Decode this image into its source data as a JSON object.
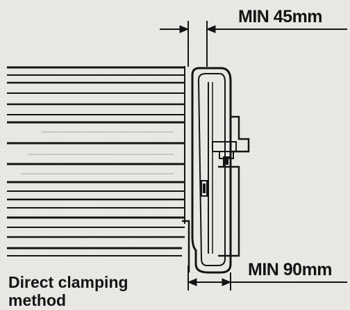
{
  "diagram": {
    "dimension_top_label": "MIN 45mm",
    "dimension_bottom_label": "MIN 90mm",
    "caption_line1": "Direct clamping",
    "caption_line2": "method"
  },
  "colors": {
    "ink": "#141414",
    "paper": "#e9e9e6"
  }
}
